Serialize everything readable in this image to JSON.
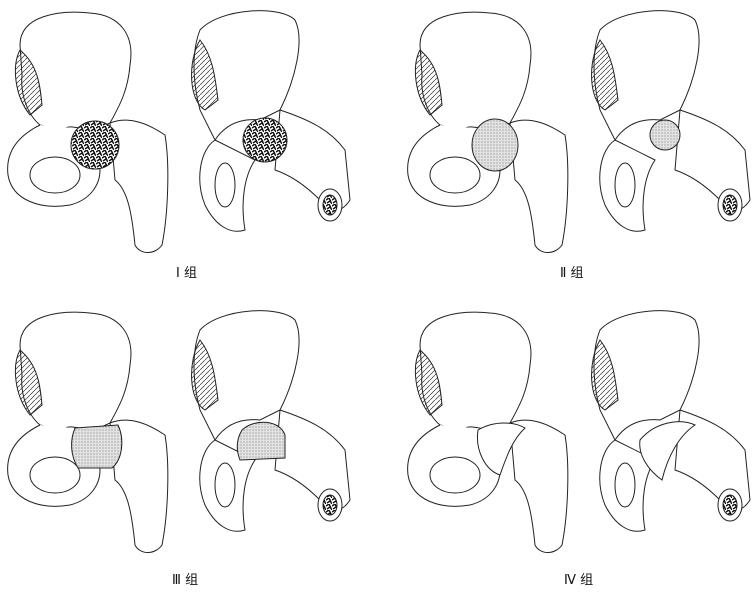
{
  "panels": [
    {
      "label": "Ⅰ 组",
      "head_style": "sclerotic"
    },
    {
      "label": "Ⅱ 组",
      "head_style": "stippled-small"
    },
    {
      "label": "Ⅲ 组",
      "head_style": "stippled-large"
    },
    {
      "label": "Ⅳ 组",
      "head_style": "crescent"
    }
  ],
  "colors": {
    "line": "#222222",
    "stipple": "#bdbdbd",
    "dense": "#111111"
  }
}
